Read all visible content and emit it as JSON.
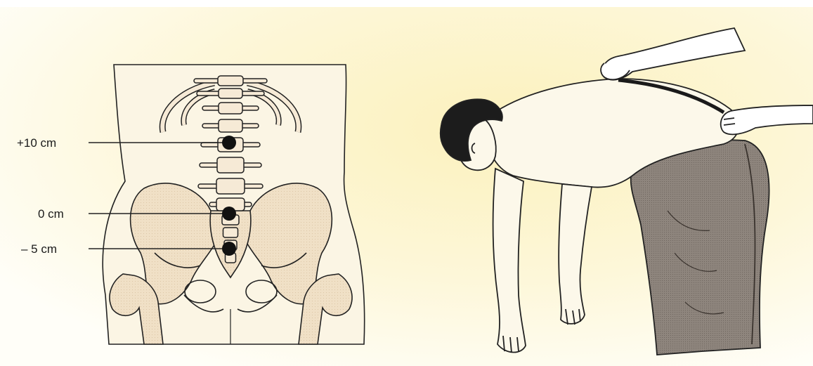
{
  "figure": {
    "left_panel": {
      "markers": [
        {
          "label": "+10 cm"
        },
        {
          "label": "0 cm"
        },
        {
          "label": "– 5 cm"
        }
      ]
    },
    "right_panel": {}
  },
  "colors": {
    "background_gradient_light": "#fffdf3",
    "background_gradient_warm": "#fcf3c2",
    "bone_fill": "#f1e1c8",
    "torso_fill": "#fbf6e8",
    "outline": "#222222",
    "marker": "#111111",
    "trousers": "#8a8078",
    "hair": "#1c1c1c"
  }
}
